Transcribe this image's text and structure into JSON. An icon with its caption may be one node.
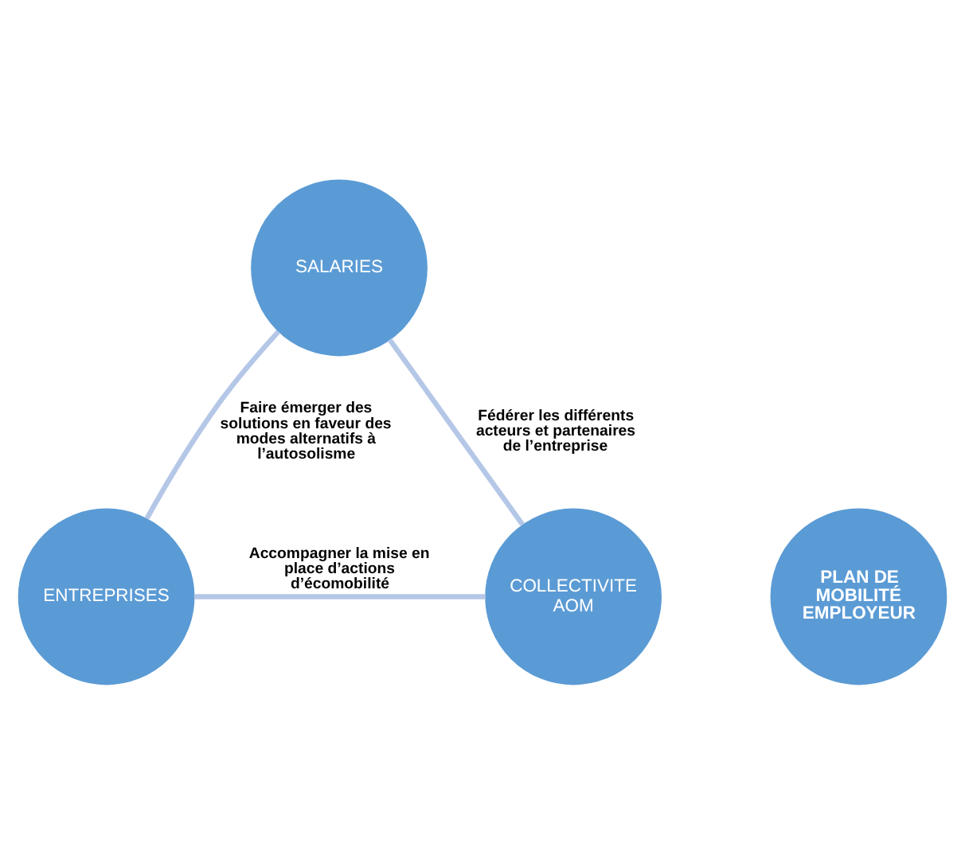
{
  "diagram": {
    "nodes": [
      {
        "text": [
          "SALARIES"
        ]
      },
      {
        "text": [
          "PLAN DE MOBILITÉ EMPLOYEUR"
        ]
      },
      {
        "text": [
          "COLLECTIVITE AOM"
        ]
      },
      {
        "text": [
          "ENTREPRISES"
        ]
      }
    ],
    "edges": [
      {
        "from": 0,
        "to": 3,
        "arrow": "none",
        "label": "Faire émerger des solutions en faveur des modes alternatifs à l’autosolisme"
      },
      {
        "from": 3,
        "to": 2,
        "arrow": "none",
        "label": "Accompagner la mise en place d’actions d’écomobilité"
      },
      {
        "from": 2,
        "to": 0,
        "arrow": "none",
        "label": "Fédérer les différents acteurs et partenaires de l’entreprise"
      }
    ]
  }
}
